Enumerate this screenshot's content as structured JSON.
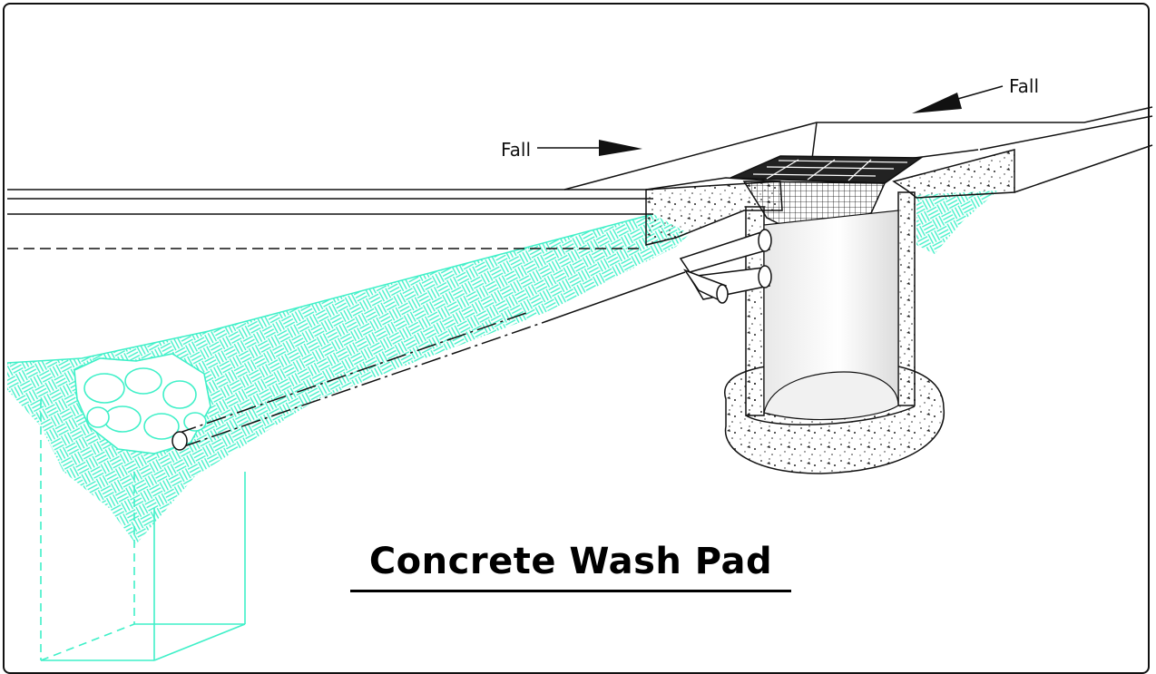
{
  "title": "Concrete Wash Pad",
  "labels": {
    "fall_left": "Fall",
    "fall_right": "Fall"
  },
  "colors": {
    "soil": "#3ff0c8",
    "line": "#111111",
    "background": "#ffffff"
  }
}
